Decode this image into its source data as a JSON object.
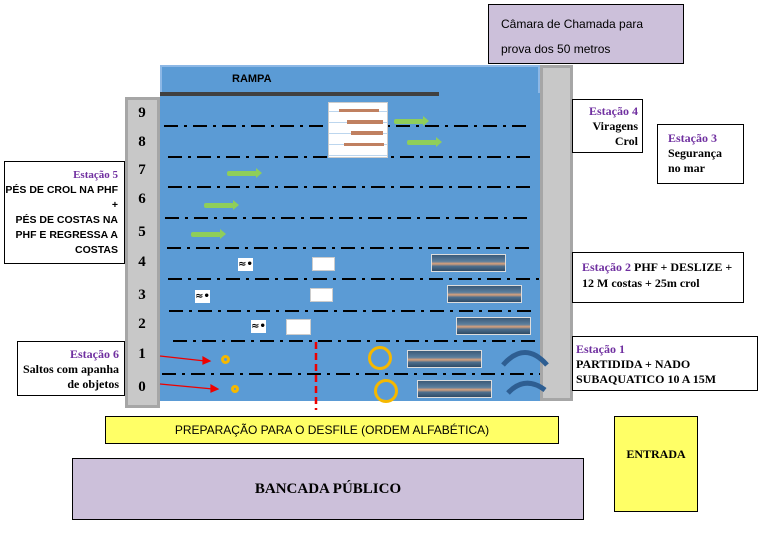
{
  "chamber": {
    "line1": "Câmara de Chamada para",
    "line2": "prova dos 50 metros"
  },
  "ramp": "RAMPA",
  "lanes": [
    "9",
    "8",
    "7",
    "6",
    "5",
    "4",
    "3",
    "2",
    "1",
    "0"
  ],
  "stations": {
    "s1": {
      "title": "Estação 1",
      "line1": "PARTIDIDA + NADO",
      "line2": "SUBAQUATICO 10 A 15M"
    },
    "s2": {
      "title": "Estação 2",
      "text1": " PHF + DESLIZE +",
      "line2": "12 M costas + 25m crol"
    },
    "s3": {
      "title": "Estação 3",
      "line1": "Segurança",
      "line2": "no mar"
    },
    "s4": {
      "title": "Estação 4",
      "line1": "Viragens",
      "line2": "Crol"
    },
    "s5": {
      "title": "Estação 5",
      "line1": "PÉS DE CROL NA PHF +",
      "line2": "PÉS DE COSTAS NA",
      "line3": "PHF E REGRESSA A",
      "line4": "COSTAS"
    },
    "s6": {
      "title": "Estação 6",
      "line1": "Saltos com apanha",
      "line2": "de objetos"
    }
  },
  "parade": "PREPARAÇÃO PARA O DESFILE (ORDEM ALFABÉTICA)",
  "entrance": "ENTRADA",
  "stands": "BANCADA PÚBLICO",
  "colors": {
    "pool": "#5b9bd5",
    "lavender": "#ccc0da",
    "yellow": "#ffff66",
    "purple": "#7030a0",
    "gray": "#c8c8c8"
  }
}
